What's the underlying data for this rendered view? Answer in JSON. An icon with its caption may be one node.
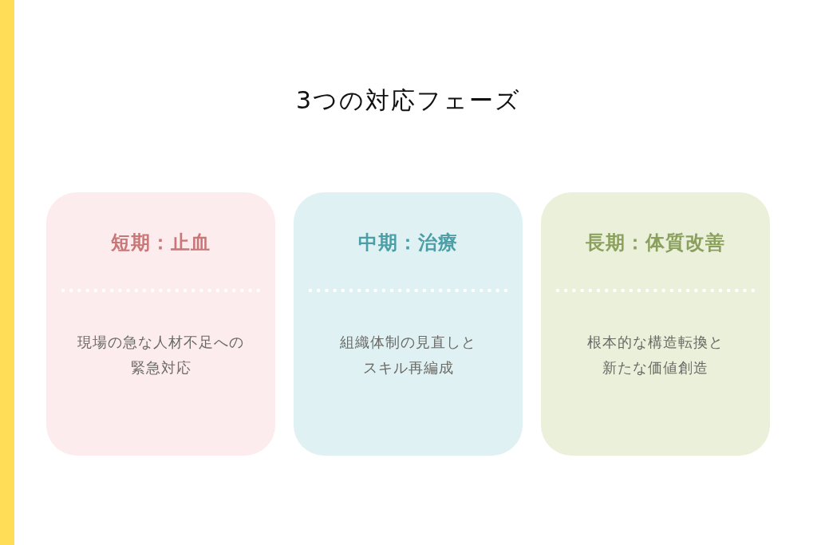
{
  "diagram": {
    "title": "3つの対応フェーズ",
    "nodes": [
      {
        "text": [
          "短期：止血",
          "現場の急な人材不足への緊急対応"
        ]
      },
      {
        "text": [
          "中期：治療",
          "組織体制の見直しとスキル再編成"
        ]
      },
      {
        "text": [
          "長期：体質改善",
          "根本的な構造転換と新たな価値創造"
        ]
      }
    ]
  }
}
